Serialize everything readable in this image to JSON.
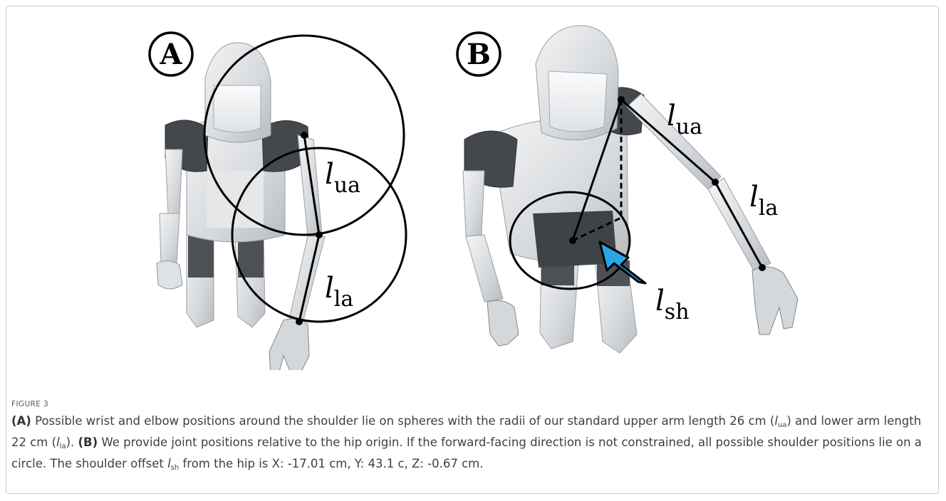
{
  "figure": {
    "panel_a_label": "A",
    "panel_b_label": "B",
    "labels": {
      "l_ua_base": "l",
      "l_ua_sub": "ua",
      "l_la_base": "l",
      "l_la_sub": "la",
      "l_sh_base": "l",
      "l_sh_sub": "sh"
    },
    "colors": {
      "outline": "#000000",
      "arrow": "#2aa6e8",
      "robot_light": "#d9dcdf",
      "robot_dark": "#4a4e53"
    }
  },
  "caption": {
    "label": "FIGURE 3",
    "a_tag": "(A)",
    "a_text_1": " Possible wrist and elbow positions around the shoulder lie on spheres with the radii of our standard upper arm length 26 cm (",
    "a_ua_base": "l",
    "a_ua_sub": "ua",
    "a_text_2": ") and lower arm length 22 cm (",
    "a_la_base": "l",
    "a_la_sub": "la",
    "a_text_3": "). ",
    "b_tag": "(B)",
    "b_text_1": " We provide joint positions relative to the hip origin. If the forward-facing direction is not constrained, all possible shoulder positions lie on a circle. The shoulder offset ",
    "b_sh_base": "l",
    "b_sh_sub": "sh",
    "b_text_2": " from the hip is X: -17.01 cm, Y: 43.1 c, Z: -0.67 cm."
  }
}
